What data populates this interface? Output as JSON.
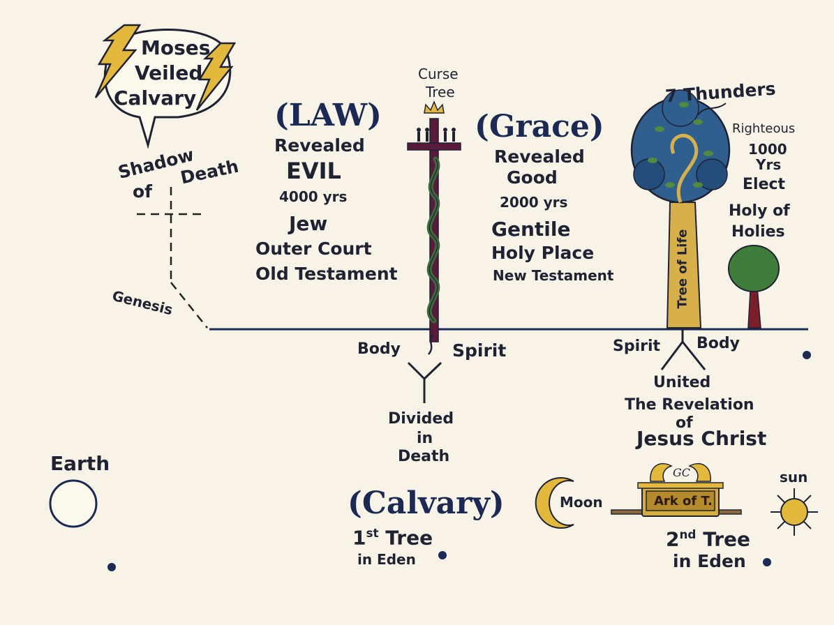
{
  "bubble": {
    "line1": "Moses",
    "line2": "Veiled",
    "line3": "Calvary"
  },
  "shadow": {
    "word1": "Shadow",
    "word2": "of",
    "word3": "Death"
  },
  "genesis": "Genesis",
  "law": {
    "title": "(LAW)",
    "revealed": "Revealed",
    "evil": "EVIL",
    "years": "4000 yrs",
    "jew": "Jew",
    "court": "Outer Court",
    "testament": "Old Testament"
  },
  "curse_tree": {
    "line1": "Curse",
    "line2": "Tree"
  },
  "grace": {
    "title": "(Grace)",
    "revealed": "Revealed",
    "good": "Good",
    "years": "2000 yrs",
    "gentile": "Gentile",
    "place": "Holy Place",
    "testament": "New Testament"
  },
  "thunders": "7 Thunders",
  "righteous": {
    "line1": "Righteous",
    "line2": "1000",
    "line3": "Yrs",
    "elect": "Elect",
    "holy1": "Holy of",
    "holy2": "Holies"
  },
  "tree_of_life": "Tree of Life",
  "left_branch": {
    "body": "Body",
    "spirit": "Spirit",
    "divided1": "Divided",
    "divided2": "in",
    "divided3": "Death"
  },
  "right_branch": {
    "spirit": "Spirit",
    "body": "Body",
    "united": "United",
    "rev1": "The Revelation",
    "rev2": "of",
    "rev3": "Jesus Christ"
  },
  "earth": "Earth",
  "calvary": "(Calvary)",
  "first_tree": {
    "num": "1",
    "sup": "st",
    "word": " Tree",
    "loc": "in Eden"
  },
  "moon": "Moon",
  "ark": {
    "label": "Ark of T.",
    "mark": "GC"
  },
  "sun": "sun",
  "second_tree": {
    "num": "2",
    "sup": "nd",
    "word": " Tree",
    "loc": "in Eden"
  },
  "colors": {
    "navy": "#1b2a55",
    "cross": "#5a1a3a",
    "gold": "#d4ae3c",
    "leaf": "#2f5f8e",
    "serpent": "#3c6a3a"
  }
}
